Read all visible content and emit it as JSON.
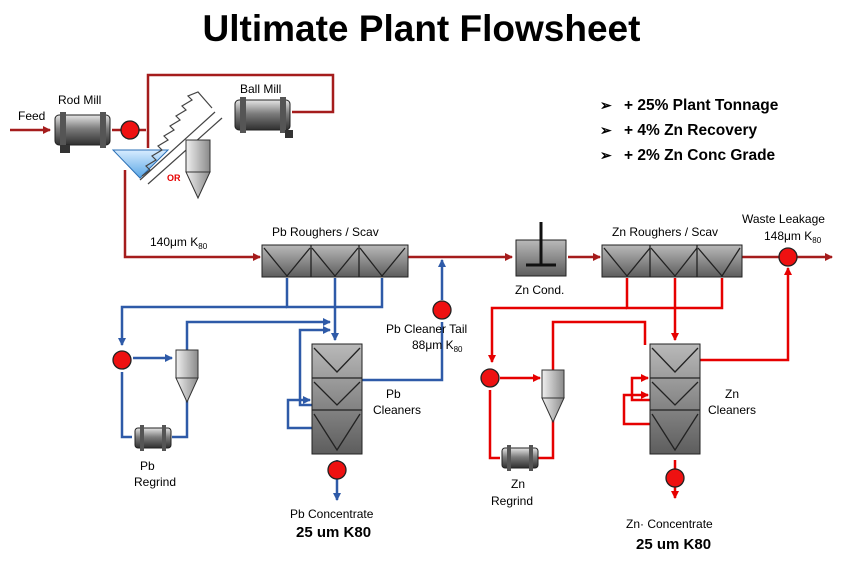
{
  "title": "Ultimate Plant Flowsheet",
  "bullets": [
    {
      "arrow": "➢",
      "text": "+ 25% Plant Tonnage"
    },
    {
      "arrow": "➢",
      "text": "+ 4% Zn Recovery"
    },
    {
      "arrow": "➢",
      "text": "+ 2% Zn Conc Grade"
    }
  ],
  "labels": {
    "feed": "Feed",
    "rod_mill": "Rod Mill",
    "ball_mill": "Ball Mill",
    "or": "OR",
    "k80_140": "140μm K",
    "k80_140_sub": "80",
    "pb_roughers": "Pb Roughers / Scav",
    "zn_cond": "Zn Cond.",
    "zn_roughers": "Zn Roughers / Scav",
    "waste_leakage": "Waste Leakage",
    "k80_148": "148μm K",
    "k80_148_sub": "80",
    "pb_cleaner_tail": "Pb Cleaner Tail",
    "k80_88": "88μm K",
    "k80_88_sub": "80",
    "pb_cleaners_1": "Pb",
    "pb_cleaners_2": "Cleaners",
    "pb_regrind_1": "Pb",
    "pb_regrind_2": "Regrind",
    "pb_concentrate": "Pb  Concentrate",
    "pb_conc_size": "25 um  K80",
    "zn_cleaners_1": "Zn",
    "zn_cleaners_2": "Cleaners",
    "zn_regrind_1": "Zn",
    "zn_regrind_2": "Regrind",
    "zn_concentrate": "Zn· Concentrate",
    "zn_conc_size": "25 um  K80"
  },
  "colors": {
    "pb_stream": "#2e5aa8",
    "zn_stream": "#e60000",
    "main_stream": "#a51c1c",
    "sample_point": "#ee1111"
  }
}
